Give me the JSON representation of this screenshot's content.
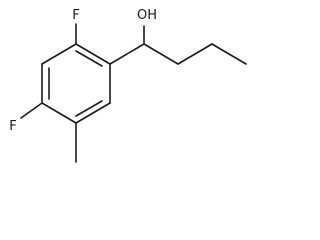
{
  "molecule": {
    "atoms": {
      "fluorine_top": "F",
      "fluorine_left": "F",
      "hydroxyl": "OH"
    }
  }
}
